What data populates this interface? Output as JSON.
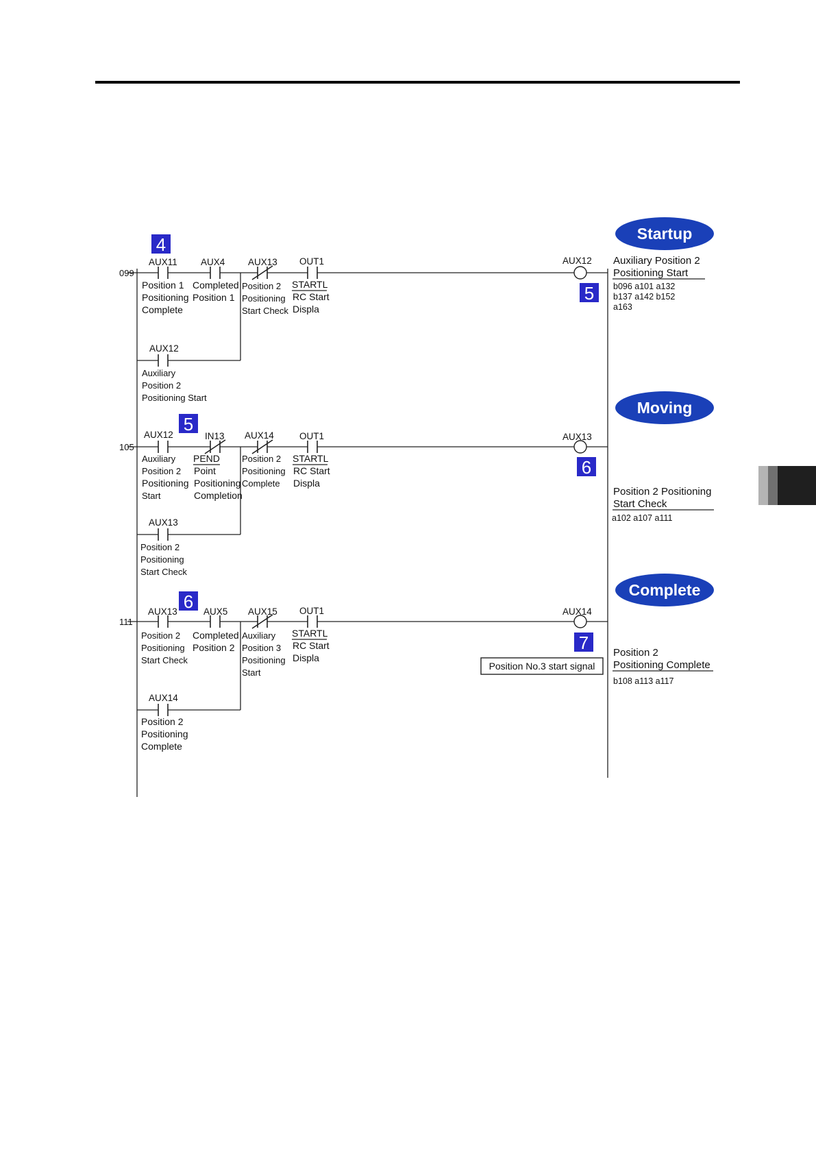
{
  "colors": {
    "badge": "#2929c8",
    "pill": "#1a40b8",
    "line": "#222222"
  },
  "rungs": [
    {
      "number": "099",
      "badge": "4",
      "contacts": [
        {
          "type": "NO",
          "name": "AUX11",
          "desc": [
            "Position 1",
            "Positioning",
            "Complete"
          ]
        },
        {
          "type": "NO",
          "name": "AUX4",
          "desc": [
            "Completed",
            "Position 1"
          ]
        },
        {
          "type": "NC",
          "name": "AUX13",
          "desc": [
            "Position 2",
            "Positioning",
            "Start Check"
          ]
        },
        {
          "type": "NO",
          "name": "OUT1",
          "desc": [
            "STARTL",
            "RC Start",
            "Displa"
          ]
        }
      ],
      "branch": {
        "type": "NO",
        "name": "AUX12",
        "desc": [
          "Auxiliary",
          "Position 2",
          "Positioning Start"
        ]
      },
      "coil": {
        "name": "AUX12",
        "badge": "5"
      },
      "phase": "Startup",
      "output_title": [
        "Auxiliary Position 2",
        "Positioning Start"
      ],
      "refs": [
        "b096 a101 a132",
        "b137 a142 b152",
        "a163"
      ]
    },
    {
      "number": "105",
      "badge": "5",
      "contacts": [
        {
          "type": "NO",
          "name": "AUX12",
          "desc": [
            "Auxiliary",
            "Position 2",
            "Positioning",
            "Start"
          ]
        },
        {
          "type": "NC",
          "name": "IN13",
          "desc": [
            "PEND",
            "Point",
            "Positioning",
            "Completion"
          ]
        },
        {
          "type": "NC",
          "name": "AUX14",
          "desc": [
            "Position 2",
            "Positioning",
            "Complete"
          ]
        },
        {
          "type": "NO",
          "name": "OUT1",
          "desc": [
            "STARTL",
            "RC Start",
            "Displa"
          ]
        }
      ],
      "branch": {
        "type": "NO",
        "name": "AUX13",
        "desc": [
          "Position 2",
          "Positioning",
          "Start Check"
        ]
      },
      "coil": {
        "name": "AUX13",
        "badge": "6"
      },
      "phase": "Moving",
      "output_title": [
        "Position 2 Positioning",
        "Start Check"
      ],
      "refs": [
        "a102 a107 a111"
      ]
    },
    {
      "number": "111",
      "badge": "6",
      "contacts": [
        {
          "type": "NO",
          "name": "AUX13",
          "desc": [
            "Position 2",
            "Positioning",
            "Start Check"
          ]
        },
        {
          "type": "NO",
          "name": "AUX5",
          "desc": [
            "Completed",
            "Position 2"
          ]
        },
        {
          "type": "NC",
          "name": "AUX15",
          "desc": [
            "Auxiliary",
            "Position 3",
            "Positioning",
            "Start"
          ]
        },
        {
          "type": "NO",
          "name": "OUT1",
          "desc": [
            "STARTL",
            "RC Start",
            "Displa"
          ]
        }
      ],
      "branch": {
        "type": "NO",
        "name": "AUX14",
        "desc": [
          "Position 2",
          "Positioning",
          "Complete"
        ]
      },
      "coil": {
        "name": "AUX14",
        "badge": "7"
      },
      "signal_note": "Position No.3 start signal",
      "phase": "Complete",
      "output_title": [
        "Position 2",
        "Positioning Complete"
      ],
      "refs": [
        "b108 a113 a117"
      ]
    }
  ]
}
